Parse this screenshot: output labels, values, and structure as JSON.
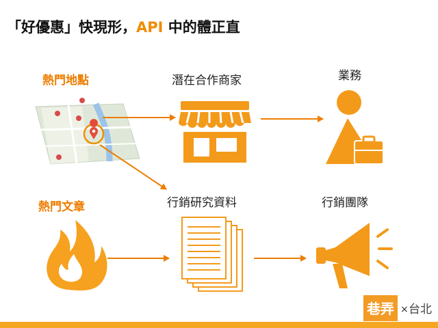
{
  "title": {
    "part1": "「好優惠」快現形，",
    "highlight": "API",
    "part2": " 中的體正直"
  },
  "sources": {
    "hot_places": "熱門地點",
    "hot_articles": "熱門文章"
  },
  "nodes": {
    "partner_shops": "潛在合作商家",
    "business": "業務",
    "marketing_data": "行銷研究資料",
    "marketing_team": "行銷團隊"
  },
  "logo": {
    "text": "巷弄×台北"
  },
  "colors": {
    "accent": "#f28b00",
    "icon_orange": "#f39a1b",
    "arrow": "#ee7d00",
    "bottom_bar": "#f5a623"
  }
}
